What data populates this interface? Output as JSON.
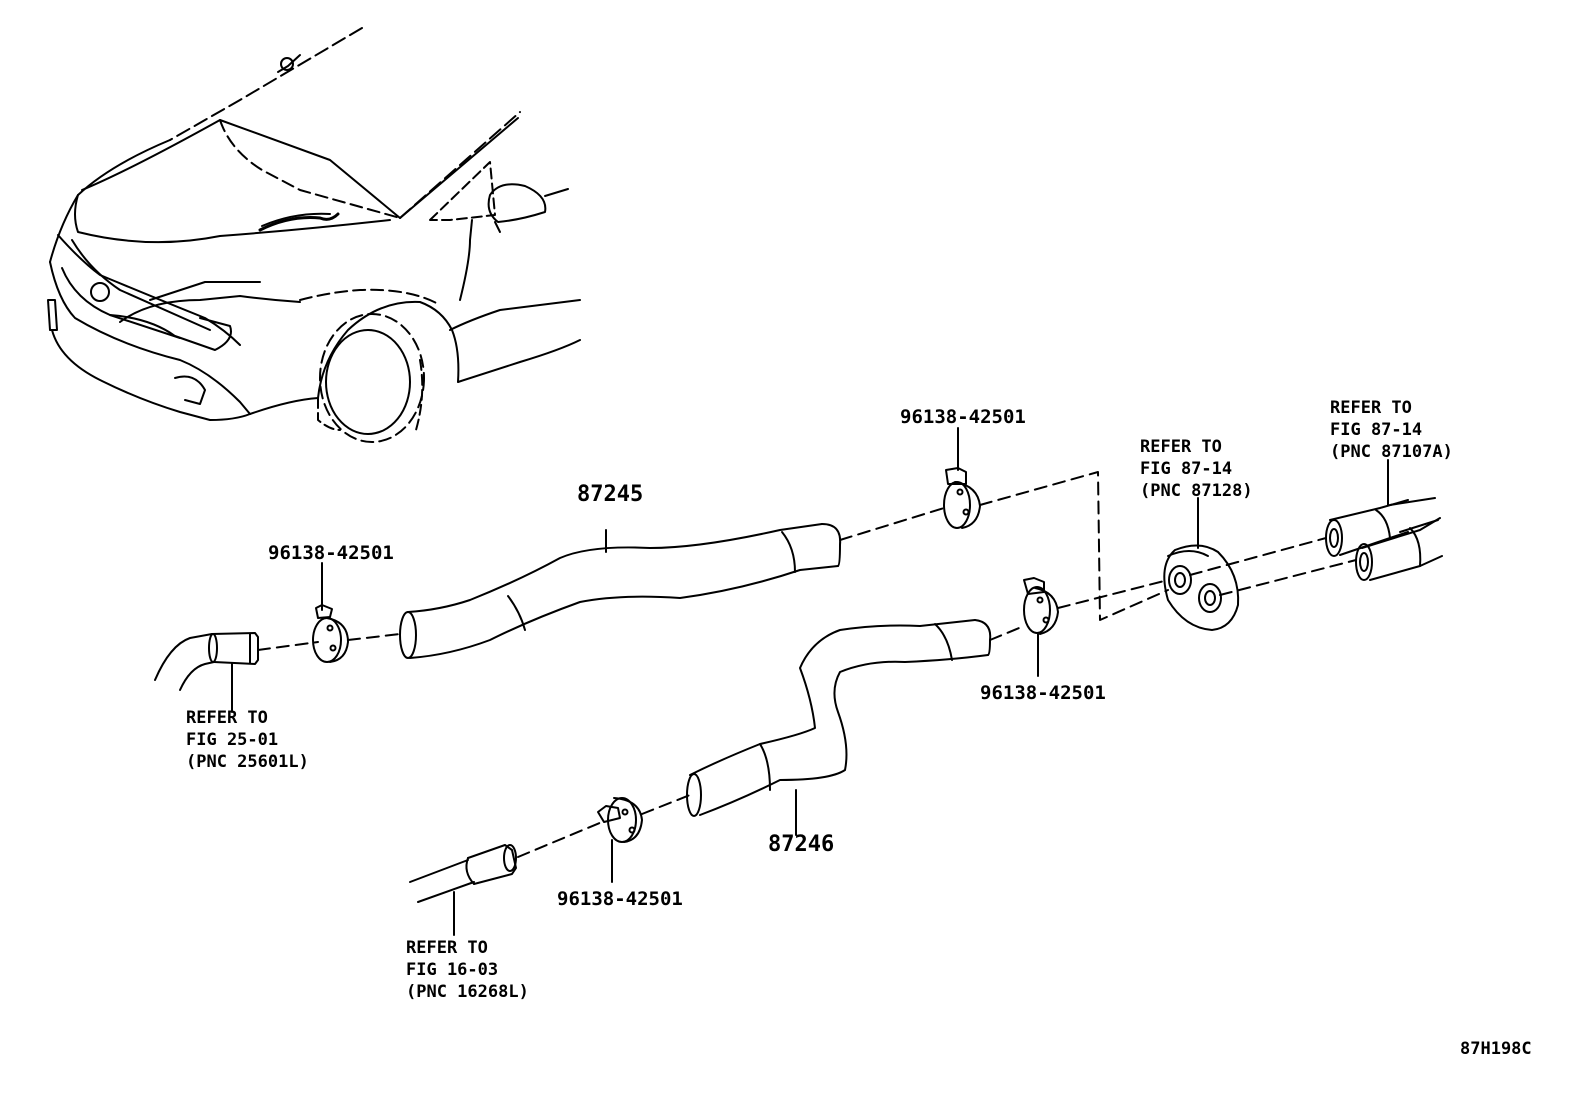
{
  "parts": {
    "hose_upper": "87245",
    "hose_lower": "87246",
    "clamp_left": "96138-42501",
    "clamp_top": "96138-42501",
    "clamp_right": "96138-42501",
    "clamp_bottom": "96138-42501"
  },
  "references": {
    "engine": {
      "line1": "REFER TO",
      "line2": "FIG 25-01",
      "line3": "(PNC 25601L)"
    },
    "water_pipe": {
      "line1": "REFER TO",
      "line2": "FIG 16-03",
      "line3": "(PNC 16268L)"
    },
    "grommet": {
      "line1": "REFER TO",
      "line2": "FIG 87-14",
      "line3": "(PNC 87128)"
    },
    "heater_unit": {
      "line1": "REFER TO",
      "line2": "FIG 87-14",
      "line3": "(PNC 87107A)"
    }
  },
  "diagram_code": "87H198C",
  "colors": {
    "ink": "#000000",
    "paper": "#ffffff"
  }
}
